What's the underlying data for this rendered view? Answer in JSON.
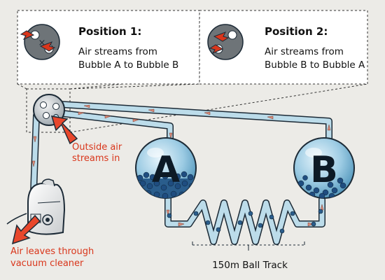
{
  "callouts": [
    {
      "title": "Position 1:",
      "line1": "Air streams from",
      "line2": "Bubble A to Bubble B"
    },
    {
      "title": "Position 2:",
      "line1": "Air streams from",
      "line2": "Bubble B to Bubble A"
    }
  ],
  "labels": {
    "outside_line1": "Outside air",
    "outside_line2": "streams in",
    "vacuum_line1": "Air leaves through",
    "vacuum_line2": "vacuum cleaner",
    "track": "150m Ball Track"
  },
  "bubbles": {
    "a": "A",
    "b": "B"
  },
  "colors": {
    "accent_red": "#d9361b",
    "pipe": "#bcdcea",
    "pipe_outline": "#1c2a36",
    "bubble_light": "#bfe0f0",
    "bubble_dark": "#2a6d9a",
    "ball": "#1f4d80",
    "background": "#ecebe7"
  }
}
